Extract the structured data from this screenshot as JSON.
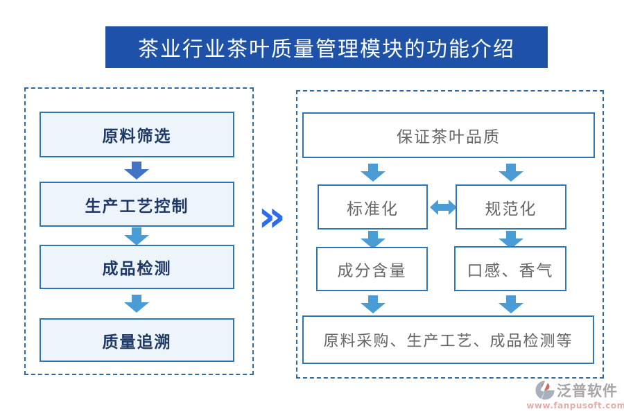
{
  "title": "茶业行业茶叶质量管理模块的功能介绍",
  "connector_glyph": "»",
  "left_flow": {
    "steps": [
      {
        "label": "原料筛选"
      },
      {
        "label": "生产工艺控制"
      },
      {
        "label": "成品检测"
      },
      {
        "label": "质量追溯"
      }
    ]
  },
  "right_flow": {
    "top_label": "保证茶叶品质",
    "mid_left_label": "标准化",
    "mid_right_label": "规范化",
    "low_left_label": "成分含量",
    "low_right_label": "口感、香气",
    "bottom_label": "原料采购、生产工艺、成品检测等"
  },
  "logo": {
    "brand": "泛普软件",
    "website": "www.fanpusoft.com"
  },
  "colors": {
    "banner_bg": "#1E52A8",
    "banner_text": "#FFFFFF",
    "box_border": "#2E75B6",
    "left_box_bg": "#EDF4FA",
    "left_box_text": "#1F3864",
    "right_box_bg": "#FFFFFF",
    "right_box_text": "#666666",
    "dashed_border": "#2C6BA8",
    "arrow_primary": "#4472C4",
    "arrow_secondary": "#4A9CD6",
    "chevron": "#2D6CEF",
    "logo_text": "#9B9495",
    "logo_url": "#DFA09A"
  }
}
